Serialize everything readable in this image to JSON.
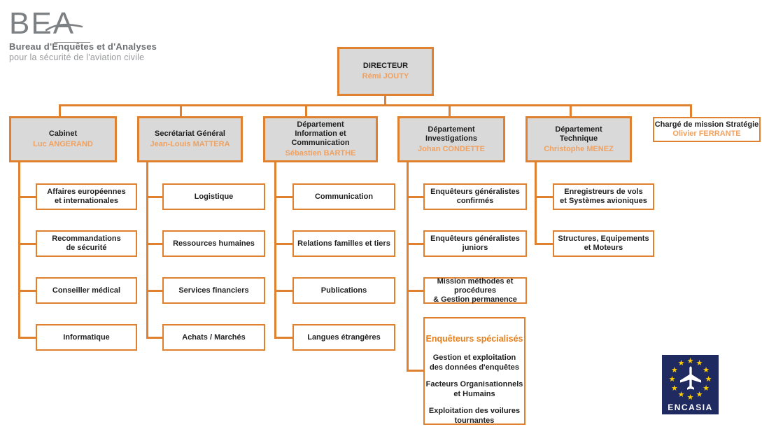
{
  "logo": {
    "acronym": "BEA",
    "line1": "Bureau d'Enquêtes et d'Analyses",
    "line2": "pour la sécurité de l'aviation civile"
  },
  "colors": {
    "orange_border": "#E0812F",
    "orange_name": "#F0A160",
    "orange_spec_title": "#E67E1A",
    "box_gray": "#D9D9D9",
    "text_dark": "#1f1f1f",
    "logo_gray": "#7E8184",
    "encasia_navy": "#1E2A60",
    "encasia_star_gold": "#FFCC00"
  },
  "director": {
    "title": "DIRECTEUR",
    "name": "Rémi JOUTY"
  },
  "departments": [
    {
      "title": "Cabinet",
      "name": "Luc ANGERAND",
      "children": [
        "Affaires européennes\net internationales",
        "Recommandations\nde sécurité",
        "Conseiller médical",
        "Informatique"
      ]
    },
    {
      "title": "Secrétariat Général",
      "name": "Jean-Louis MATTERA",
      "children": [
        "Logistique",
        "Ressources humaines",
        "Services financiers",
        "Achats / Marchés"
      ]
    },
    {
      "title": "Département\nInformation et Communication",
      "name": "Sébastien BARTHE",
      "children": [
        "Communication",
        "Relations familles et tiers",
        "Publications",
        "Langues étrangères"
      ]
    },
    {
      "title": "Département\nInvestigations",
      "name": "Johan CONDETTE",
      "children": [
        "Enquêteurs généralistes\nconfirmés",
        "Enquêteurs généralistes juniors",
        "Mission méthodes et procédures\n& Gestion permanence"
      ]
    },
    {
      "title": "Département\nTechnique",
      "name": "Christophe MENEZ",
      "children": [
        "Enregistreurs de vols\net Systèmes avioniques",
        "Structures, Equipements\net Moteurs"
      ]
    }
  ],
  "strategy": {
    "title": "Chargé de mission Stratégie",
    "name": "Olivier FERRANTE"
  },
  "specialists": {
    "title": "Enquêteurs spécialisés",
    "items": [
      "Gestion et exploitation\ndes données d'enquêtes",
      "Facteurs Organisationnels\net Humains",
      "Exploitation des voilures\ntournantes"
    ]
  },
  "encasia": {
    "label": "ENCASIA",
    "stars": 12
  }
}
